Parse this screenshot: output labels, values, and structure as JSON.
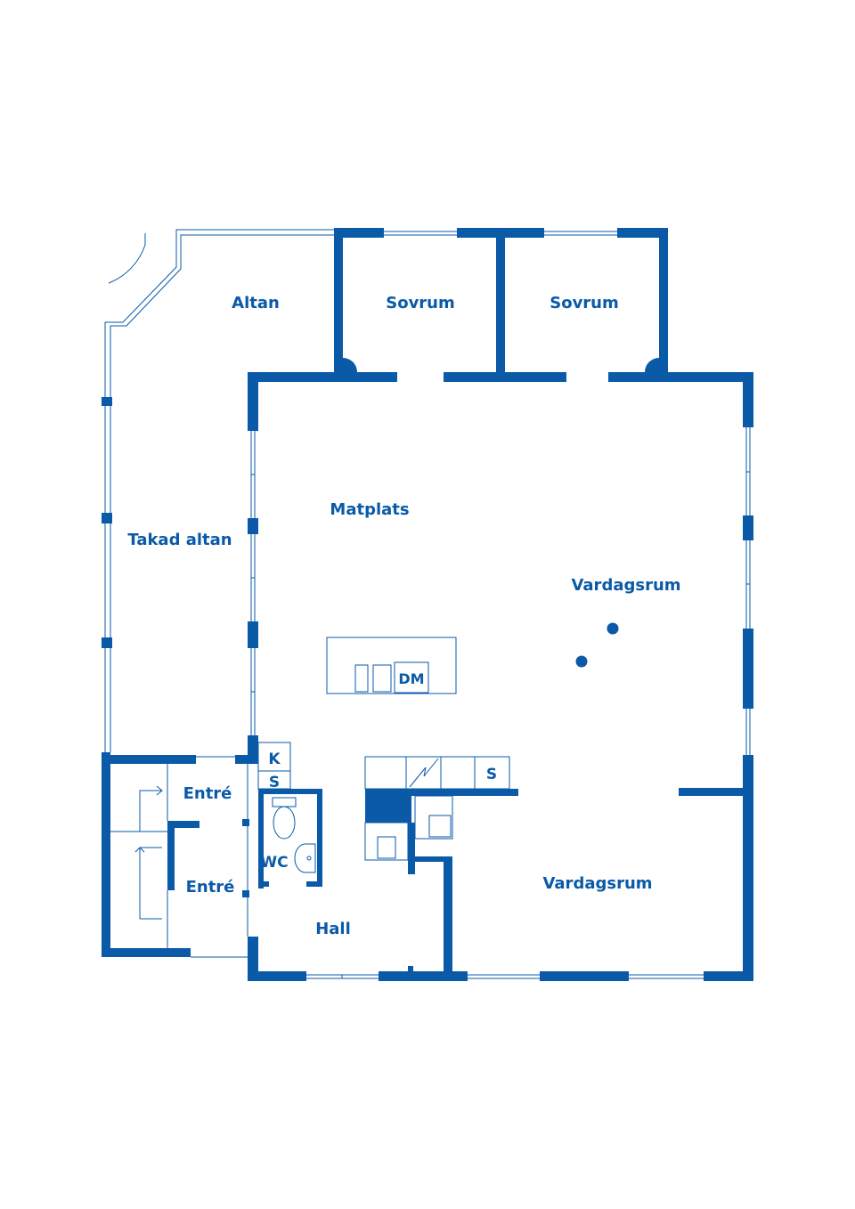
{
  "plan": {
    "wall_color": "#0a5aa8",
    "rooms": {
      "altan": "Altan",
      "sovrum_1": "Sovrum",
      "sovrum_2": "Sovrum",
      "matplats": "Matplats",
      "takad_altan": "Takad altan",
      "vardagsrum_upper": "Vardagsrum",
      "vardagsrum_lower": "Vardagsrum",
      "entre_1": "Entré",
      "entre_2": "Entré",
      "wc": "WC",
      "hall": "Hall"
    },
    "fixtures": {
      "dishwasher": "DM",
      "fridge": "K",
      "freezer": "S",
      "wardrobe": "S"
    }
  }
}
